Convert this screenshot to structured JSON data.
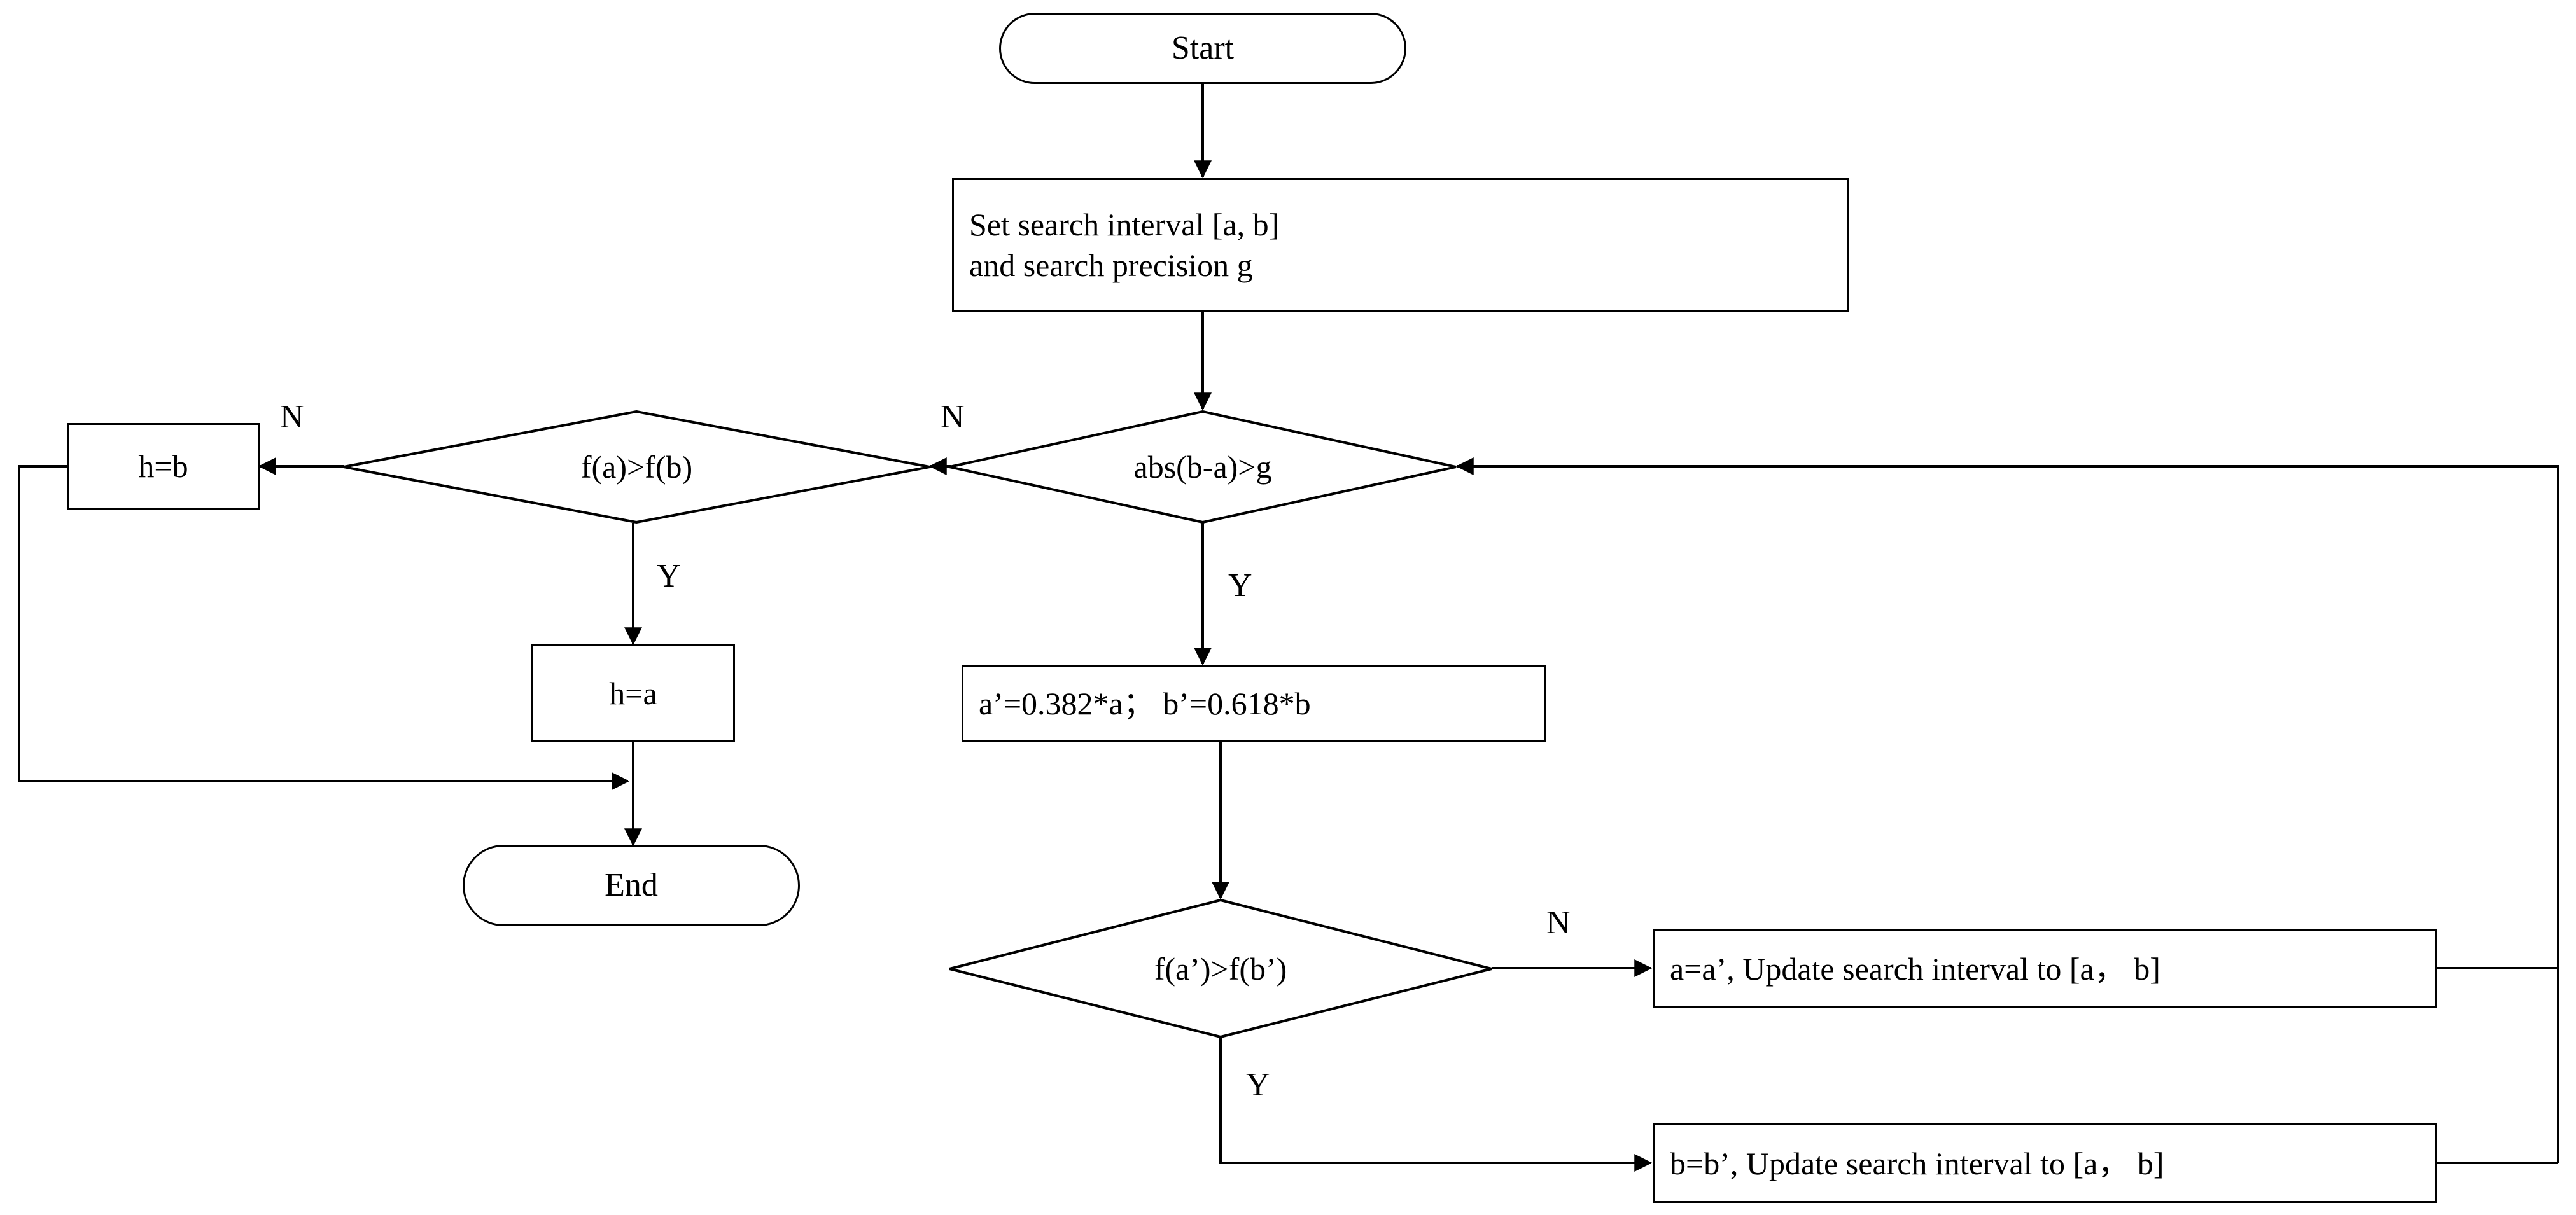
{
  "diagram": {
    "title": "Golden Section Search Flowchart",
    "stroke_color": "#000000",
    "background_color": "#ffffff",
    "text_color": "#000000"
  },
  "nodes": {
    "start": {
      "label": "Start",
      "shape": "terminator"
    },
    "init": {
      "label": "Set search interval [a, b]\nand search precision g",
      "shape": "process"
    },
    "check_interval": {
      "label": "abs(b-a)>g",
      "shape": "decision"
    },
    "compare_ab": {
      "label": "f(a)>f(b)",
      "shape": "decision"
    },
    "h_equals_b": {
      "label": "h=b",
      "shape": "process"
    },
    "h_equals_a": {
      "label": "h=a",
      "shape": "process"
    },
    "end": {
      "label": "End",
      "shape": "terminator"
    },
    "golden_split": {
      "label": "a’=0.382*a； b’=0.618*b",
      "shape": "process"
    },
    "compare_ab_prime": {
      "label": "f(a’)>f(b’)",
      "shape": "decision"
    },
    "update_a": {
      "label": "a=a’, Update search interval to [a， b]",
      "shape": "process"
    },
    "update_b": {
      "label": "b=b’, Update search interval to [a， b]",
      "shape": "process"
    }
  },
  "edge_labels": {
    "check_interval_no": "N",
    "check_interval_yes": "Y",
    "compare_ab_no": "N",
    "compare_ab_yes": "Y",
    "compare_ab_prime_no": "N",
    "compare_ab_prime_yes": "Y"
  }
}
